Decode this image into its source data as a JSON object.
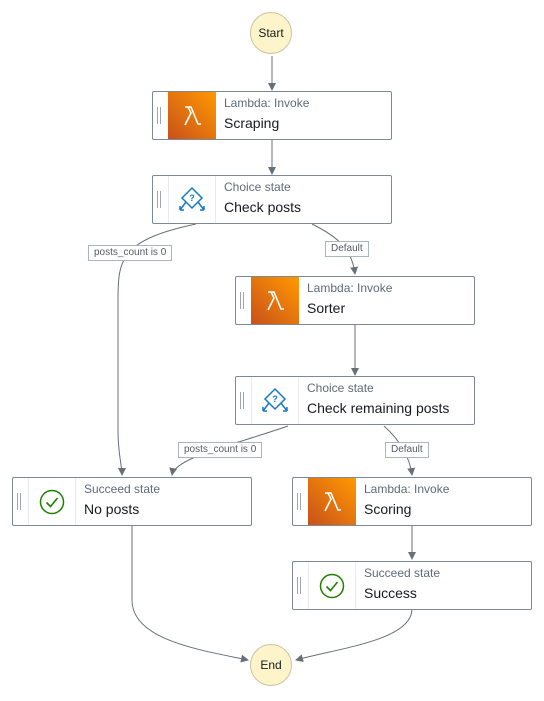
{
  "terminals": {
    "start": "Start",
    "end": "End"
  },
  "nodes": {
    "scraping": {
      "kind": "Lambda: Invoke",
      "name": "Scraping",
      "icon": "lambda-icon"
    },
    "check_posts": {
      "kind": "Choice state",
      "name": "Check posts",
      "icon": "choice-icon"
    },
    "sorter": {
      "kind": "Lambda: Invoke",
      "name": "Sorter",
      "icon": "lambda-icon"
    },
    "check_remaining": {
      "kind": "Choice state",
      "name": "Check remaining posts",
      "icon": "choice-icon"
    },
    "no_posts": {
      "kind": "Succeed state",
      "name": "No posts",
      "icon": "check-circle-icon"
    },
    "scoring": {
      "kind": "Lambda: Invoke",
      "name": "Scoring",
      "icon": "lambda-icon"
    },
    "success": {
      "kind": "Succeed state",
      "name": "Success",
      "icon": "check-circle-icon"
    }
  },
  "edge_labels": {
    "check_posts_zero": "posts_count is 0",
    "check_posts_default": "Default",
    "check_remaining_zero": "posts_count is 0",
    "check_remaining_default": "Default"
  },
  "colors": {
    "lambda_start": "#c8511b",
    "lambda_end": "#ff9900",
    "choice_blue": "#147ac6",
    "succeed_green": "#1d8102",
    "terminal_fill": "#fdf5c9",
    "edge": "#687078"
  }
}
